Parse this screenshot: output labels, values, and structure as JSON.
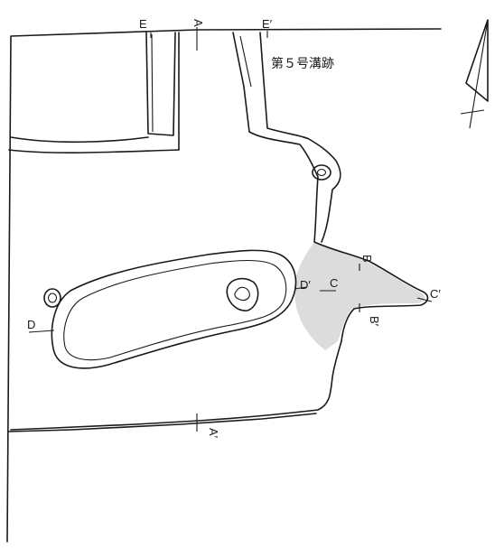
{
  "feature_label": "第５号溝跡",
  "section_labels": {
    "E": "E",
    "E_prime": "E′",
    "A": "A",
    "A_prime": "A′",
    "B": "B",
    "B_prime": "B′",
    "C": "C",
    "C_prime": "C′",
    "D": "D",
    "D_prime": "D′"
  },
  "colors": {
    "line": "#1a1a1a",
    "shade": "#dcdcdc",
    "background": "#ffffff"
  },
  "icons": {
    "north_arrow": "north-arrow-icon"
  }
}
